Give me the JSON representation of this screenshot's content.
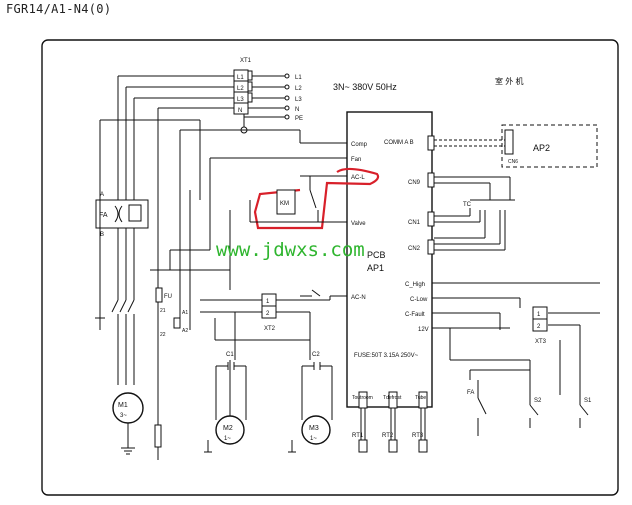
{
  "header": {
    "title": "FGR14/A1-N4(0)"
  },
  "power": {
    "terminal_block": "XT1",
    "spec": "3N~ 380V 50Hz",
    "inputs": [
      "L1",
      "L2",
      "L3",
      "N"
    ],
    "outputs": [
      "L1",
      "L2",
      "L3",
      "N",
      "PE"
    ]
  },
  "outdoor_label": "室 外 机",
  "pcb": {
    "labels": [
      "PCB",
      "AP1"
    ],
    "left_pins": [
      "Comp",
      "Fan",
      "AC-L",
      "Valve",
      "AC-N"
    ],
    "top_pin": "COMM A B",
    "right_pins": [
      "CN9",
      "CN1",
      "CN2"
    ],
    "control_pins": [
      "C_High",
      "C-Low",
      "C-Fault",
      "12V"
    ],
    "fuse": "FUSE:50T 3.15A 250V~",
    "sensor_pins": [
      "Toutroom",
      "Tdefrost",
      "Tube"
    ]
  },
  "ap2": {
    "label": "AP2",
    "connector": "CN6"
  },
  "fa": {
    "label": "FA",
    "pins": [
      "A",
      "B"
    ]
  },
  "tc": "TC",
  "fu": "FU",
  "pins": [
    "21",
    "22",
    "A1",
    "A2"
  ],
  "xt2": {
    "label": "XT2",
    "pins": [
      "1",
      "2"
    ]
  },
  "xt3": {
    "label": "XT3",
    "pins": [
      "1",
      "2"
    ]
  },
  "motors": [
    {
      "id": "M1",
      "label": "3~"
    },
    {
      "id": "M2",
      "label": "1~"
    },
    {
      "id": "M3",
      "label": "1~"
    }
  ],
  "capacitors": [
    "C1",
    "C2"
  ],
  "sensors": [
    "RT1",
    "RT2",
    "RT3"
  ],
  "switches": [
    "S1",
    "S2",
    "FA"
  ],
  "km": "KM",
  "watermark": "www.jdwxs.com",
  "highlight_color": "#d8202a",
  "watermark_color": "#2fb52f"
}
